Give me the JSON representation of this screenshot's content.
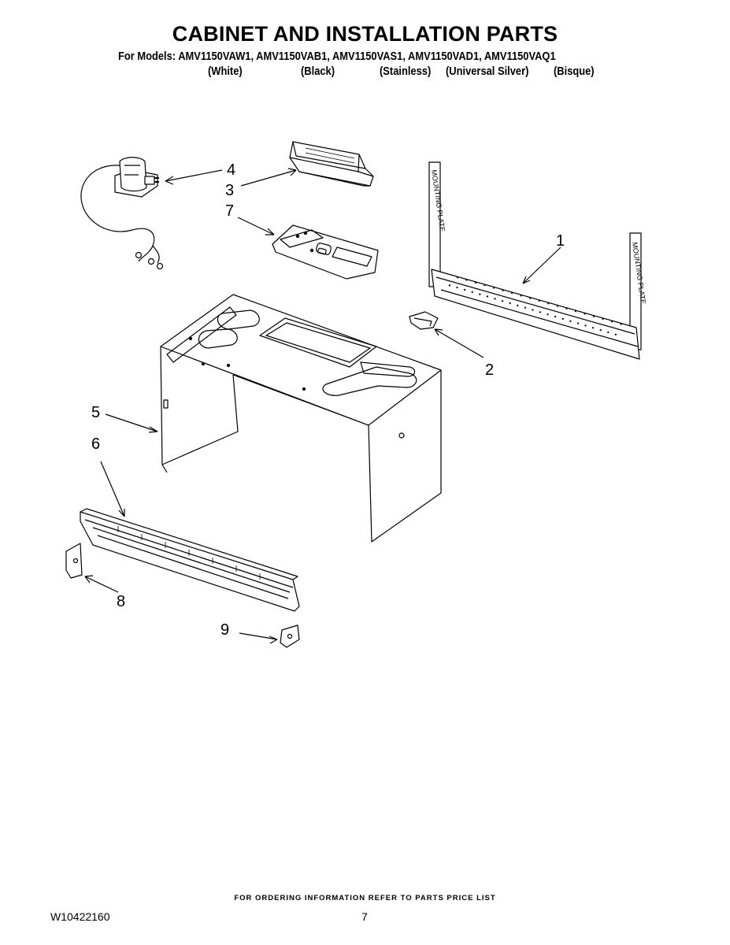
{
  "title": "CABINET AND INSTALLATION PARTS",
  "models_line": "For Models: AMV1150VAW1, AMV1150VAB1, AMV1150VAS1, AMV1150VAD1, AMV1150VAQ1",
  "colors": [
    "(White)",
    "(Black)",
    "(Stainless)",
    "(Universal Silver)",
    "(Bisque)"
  ],
  "callouts": [
    "1",
    "2",
    "3",
    "4",
    "5",
    "6",
    "7",
    "8",
    "9"
  ],
  "plate_text": "MOUNTING PLATE",
  "footer_note": "FOR ORDERING INFORMATION REFER TO PARTS PRICE LIST",
  "doc_number": "W10422160",
  "page_number": "7"
}
